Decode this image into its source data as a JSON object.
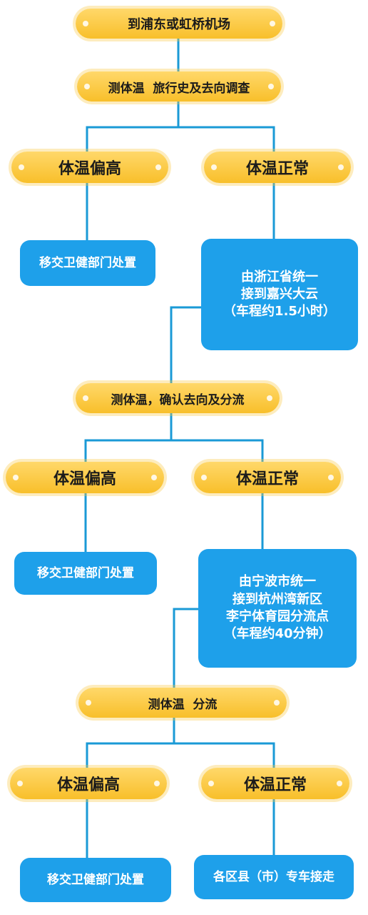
{
  "colors": {
    "pill_fill": "#f8c437",
    "connector": "#1a9ad6",
    "box_fill": "#1ea0ea",
    "box_text": "#ffffff",
    "pill_text": "#1b1b1b"
  },
  "steps": {
    "arrive_airport": "到浦东或虹桥机场",
    "check1": "测体温  旅行史及去向调查",
    "check1_high": "体温偏高",
    "check1_normal": "体温正常",
    "check1_high_action": "移交卫健部门处置",
    "check1_normal_action": [
      "由浙江省统一",
      "接到嘉兴大云",
      "（车程约1.5小时）"
    ],
    "check2": "测体温，确认去向及分流",
    "check2_high": "体温偏高",
    "check2_normal": "体温正常",
    "check2_high_action": "移交卫健部门处置",
    "check2_normal_action": [
      "由宁波市统一",
      "接到杭州湾新区",
      "李宁体育园分流点",
      "（车程约40分钟）"
    ],
    "check3": "测体温  分流",
    "check3_high": "体温偏高",
    "check3_normal": "体温正常",
    "check3_high_action": "移交卫健部门处置",
    "check3_normal_action": "各区县（市）专车接走"
  }
}
